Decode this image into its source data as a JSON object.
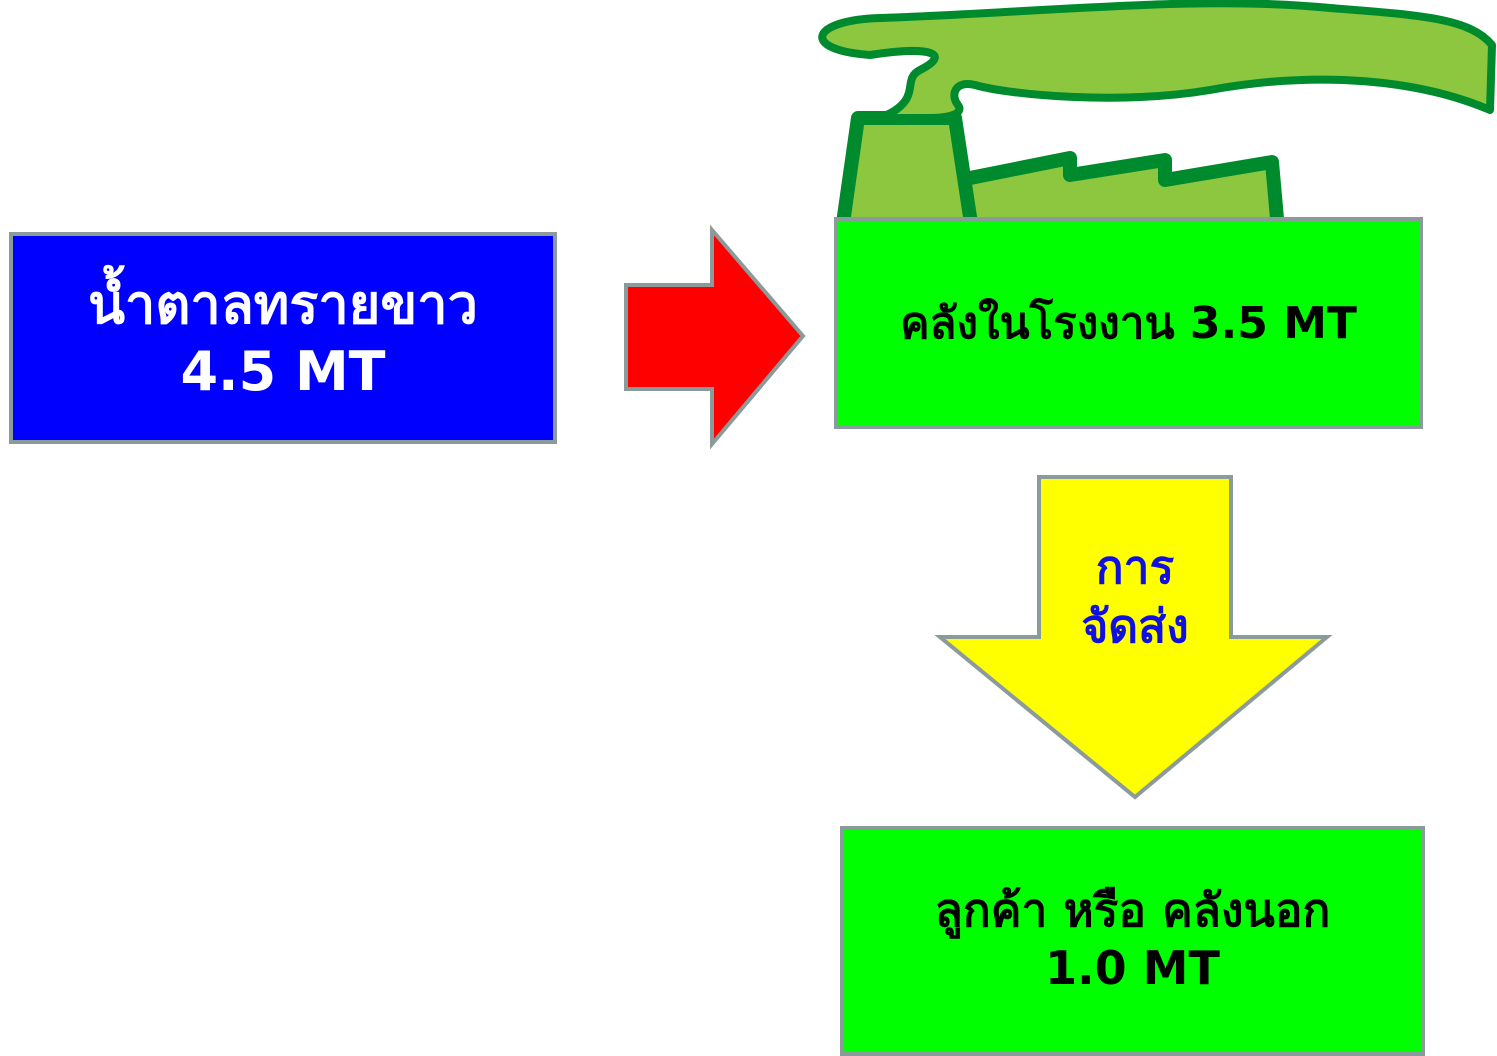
{
  "source": {
    "line1": "น้ำตาลทรายขาว",
    "line2": "4.5  MT"
  },
  "factory_warehouse": {
    "label": "คลังในโรงงาน 3.5 MT"
  },
  "delivery_arrow": {
    "line1": "การ",
    "line2": "จัดส่ง"
  },
  "customer": {
    "line1": "ลูกค้า หรือ คลังนอก",
    "line2": "1.0 MT"
  },
  "colors": {
    "source_fill": "#0000ff",
    "warehouse_fill": "#00ff00",
    "arrow_right_fill": "#ff0000",
    "arrow_down_fill": "#ffff00",
    "factory_light": "#8dc63f",
    "factory_dark": "#008a2e",
    "border": "#8b9a9a"
  },
  "icons": [
    "factory-icon",
    "right-arrow",
    "down-arrow"
  ]
}
